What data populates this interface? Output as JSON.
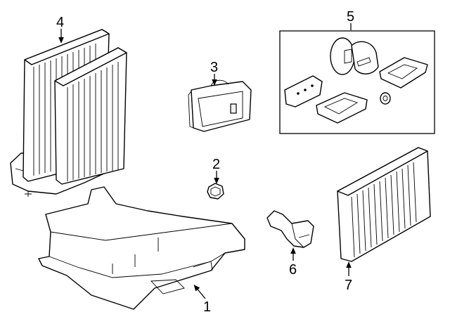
{
  "diagram": {
    "callouts": [
      {
        "id": "1",
        "label": "1"
      },
      {
        "id": "2",
        "label": "2"
      },
      {
        "id": "3",
        "label": "3"
      },
      {
        "id": "4",
        "label": "4"
      },
      {
        "id": "5",
        "label": "5"
      },
      {
        "id": "6",
        "label": "6"
      },
      {
        "id": "7",
        "label": "7"
      }
    ],
    "line_color": "#000000",
    "background": "#ffffff"
  }
}
